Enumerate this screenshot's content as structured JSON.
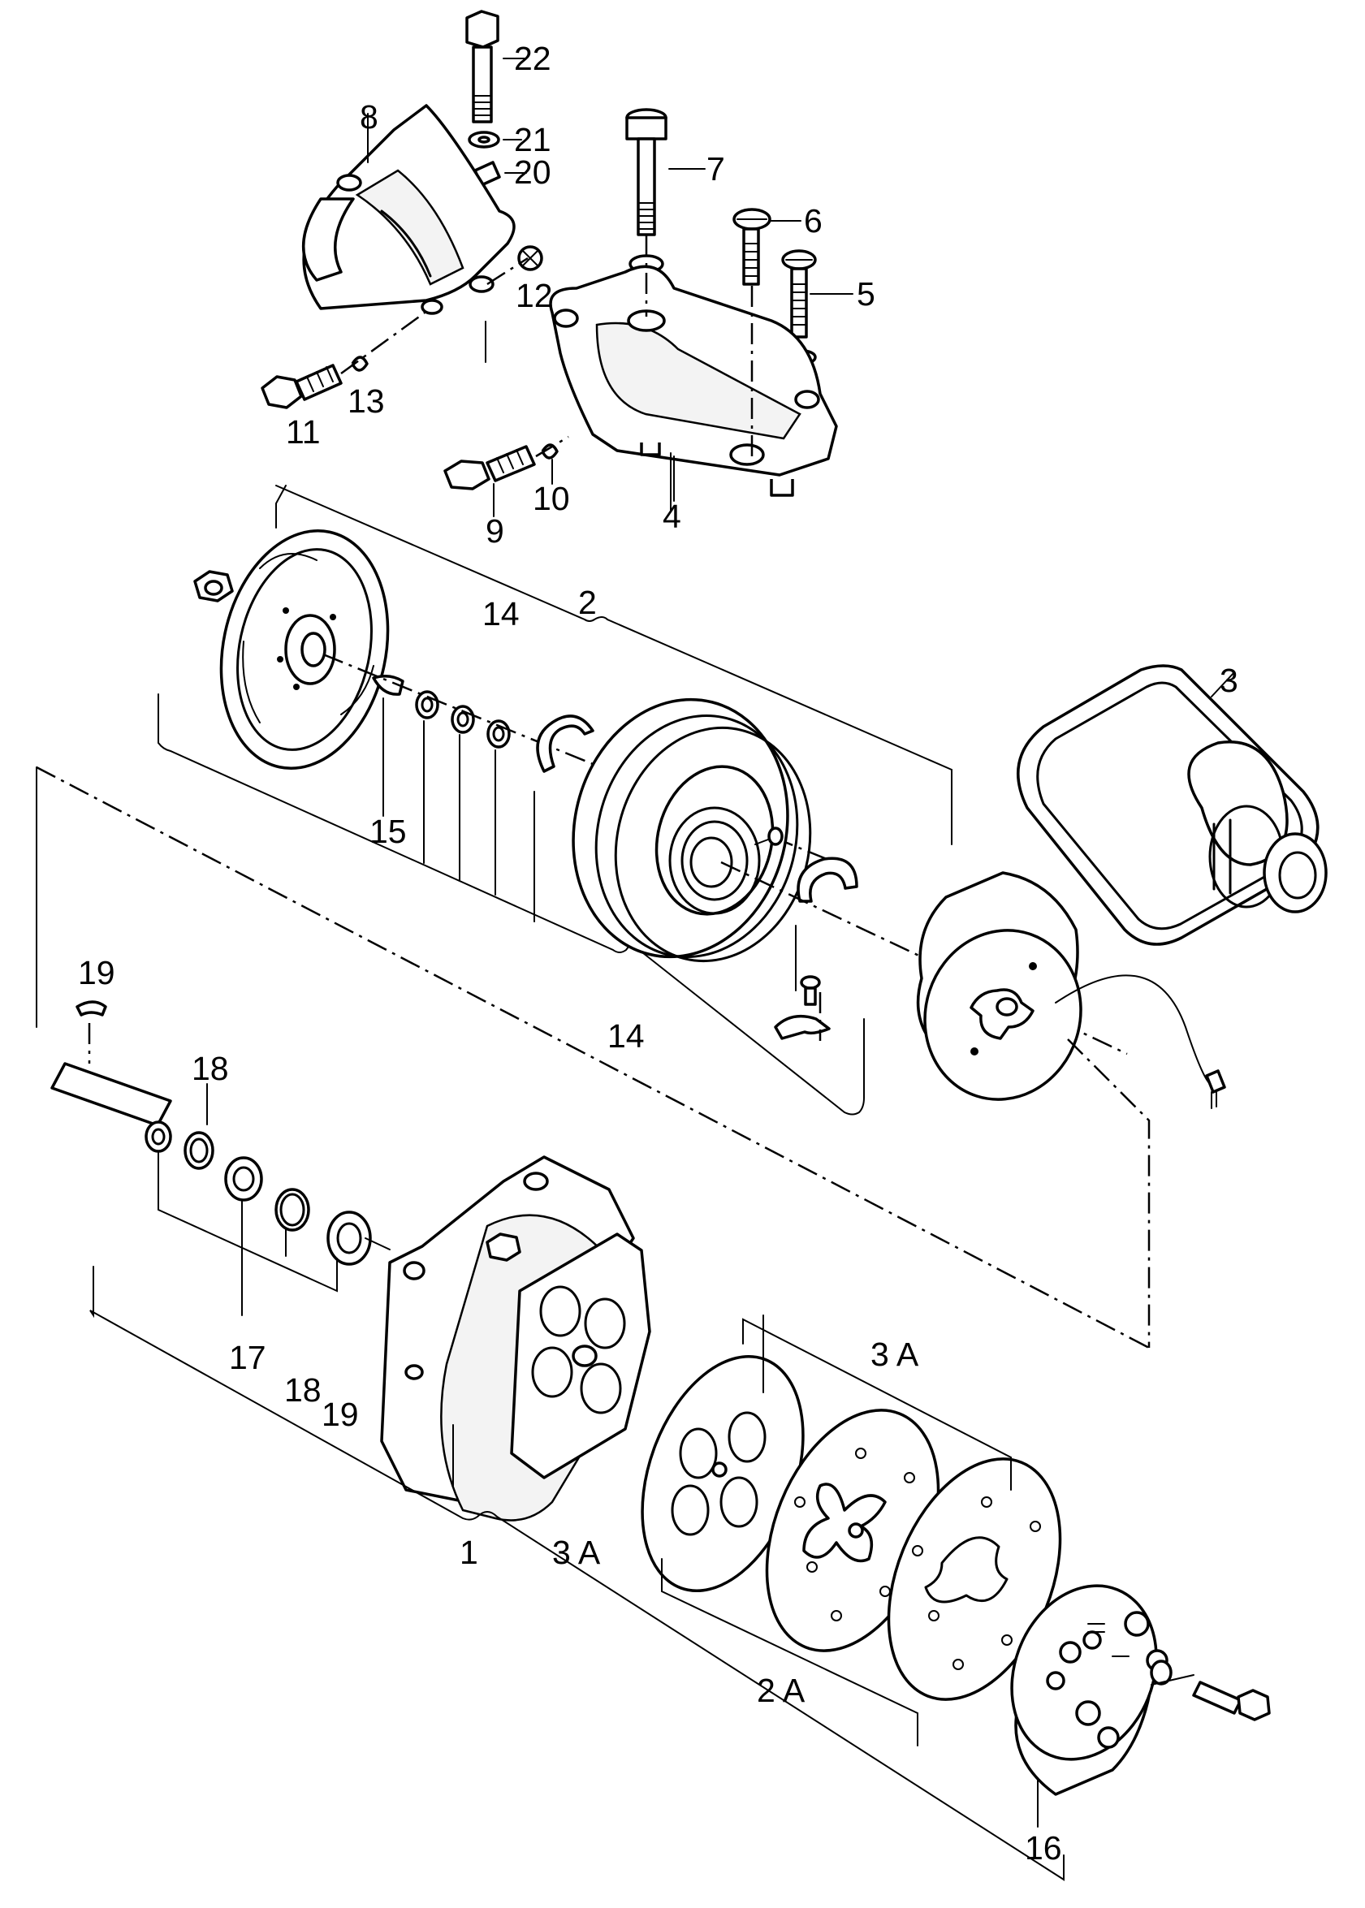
{
  "labels": {
    "l1": "1",
    "l2": "2",
    "l2a": "2 A",
    "l3": "3",
    "l3a_top": "3 A",
    "l3a_mid": "3 A",
    "l4": "4",
    "l5": "5",
    "l6": "6",
    "l7": "7",
    "l8": "8",
    "l9": "9",
    "l10": "10",
    "l11": "11",
    "l12": "12",
    "l13": "13",
    "l14_top": "14",
    "l14_bot": "14",
    "l15": "15",
    "l16": "16",
    "l17": "17",
    "l18_top": "18",
    "l18_bot": "18",
    "l19_top": "19",
    "l19_bot": "19",
    "l20": "20",
    "l21": "21",
    "l22": "22"
  }
}
